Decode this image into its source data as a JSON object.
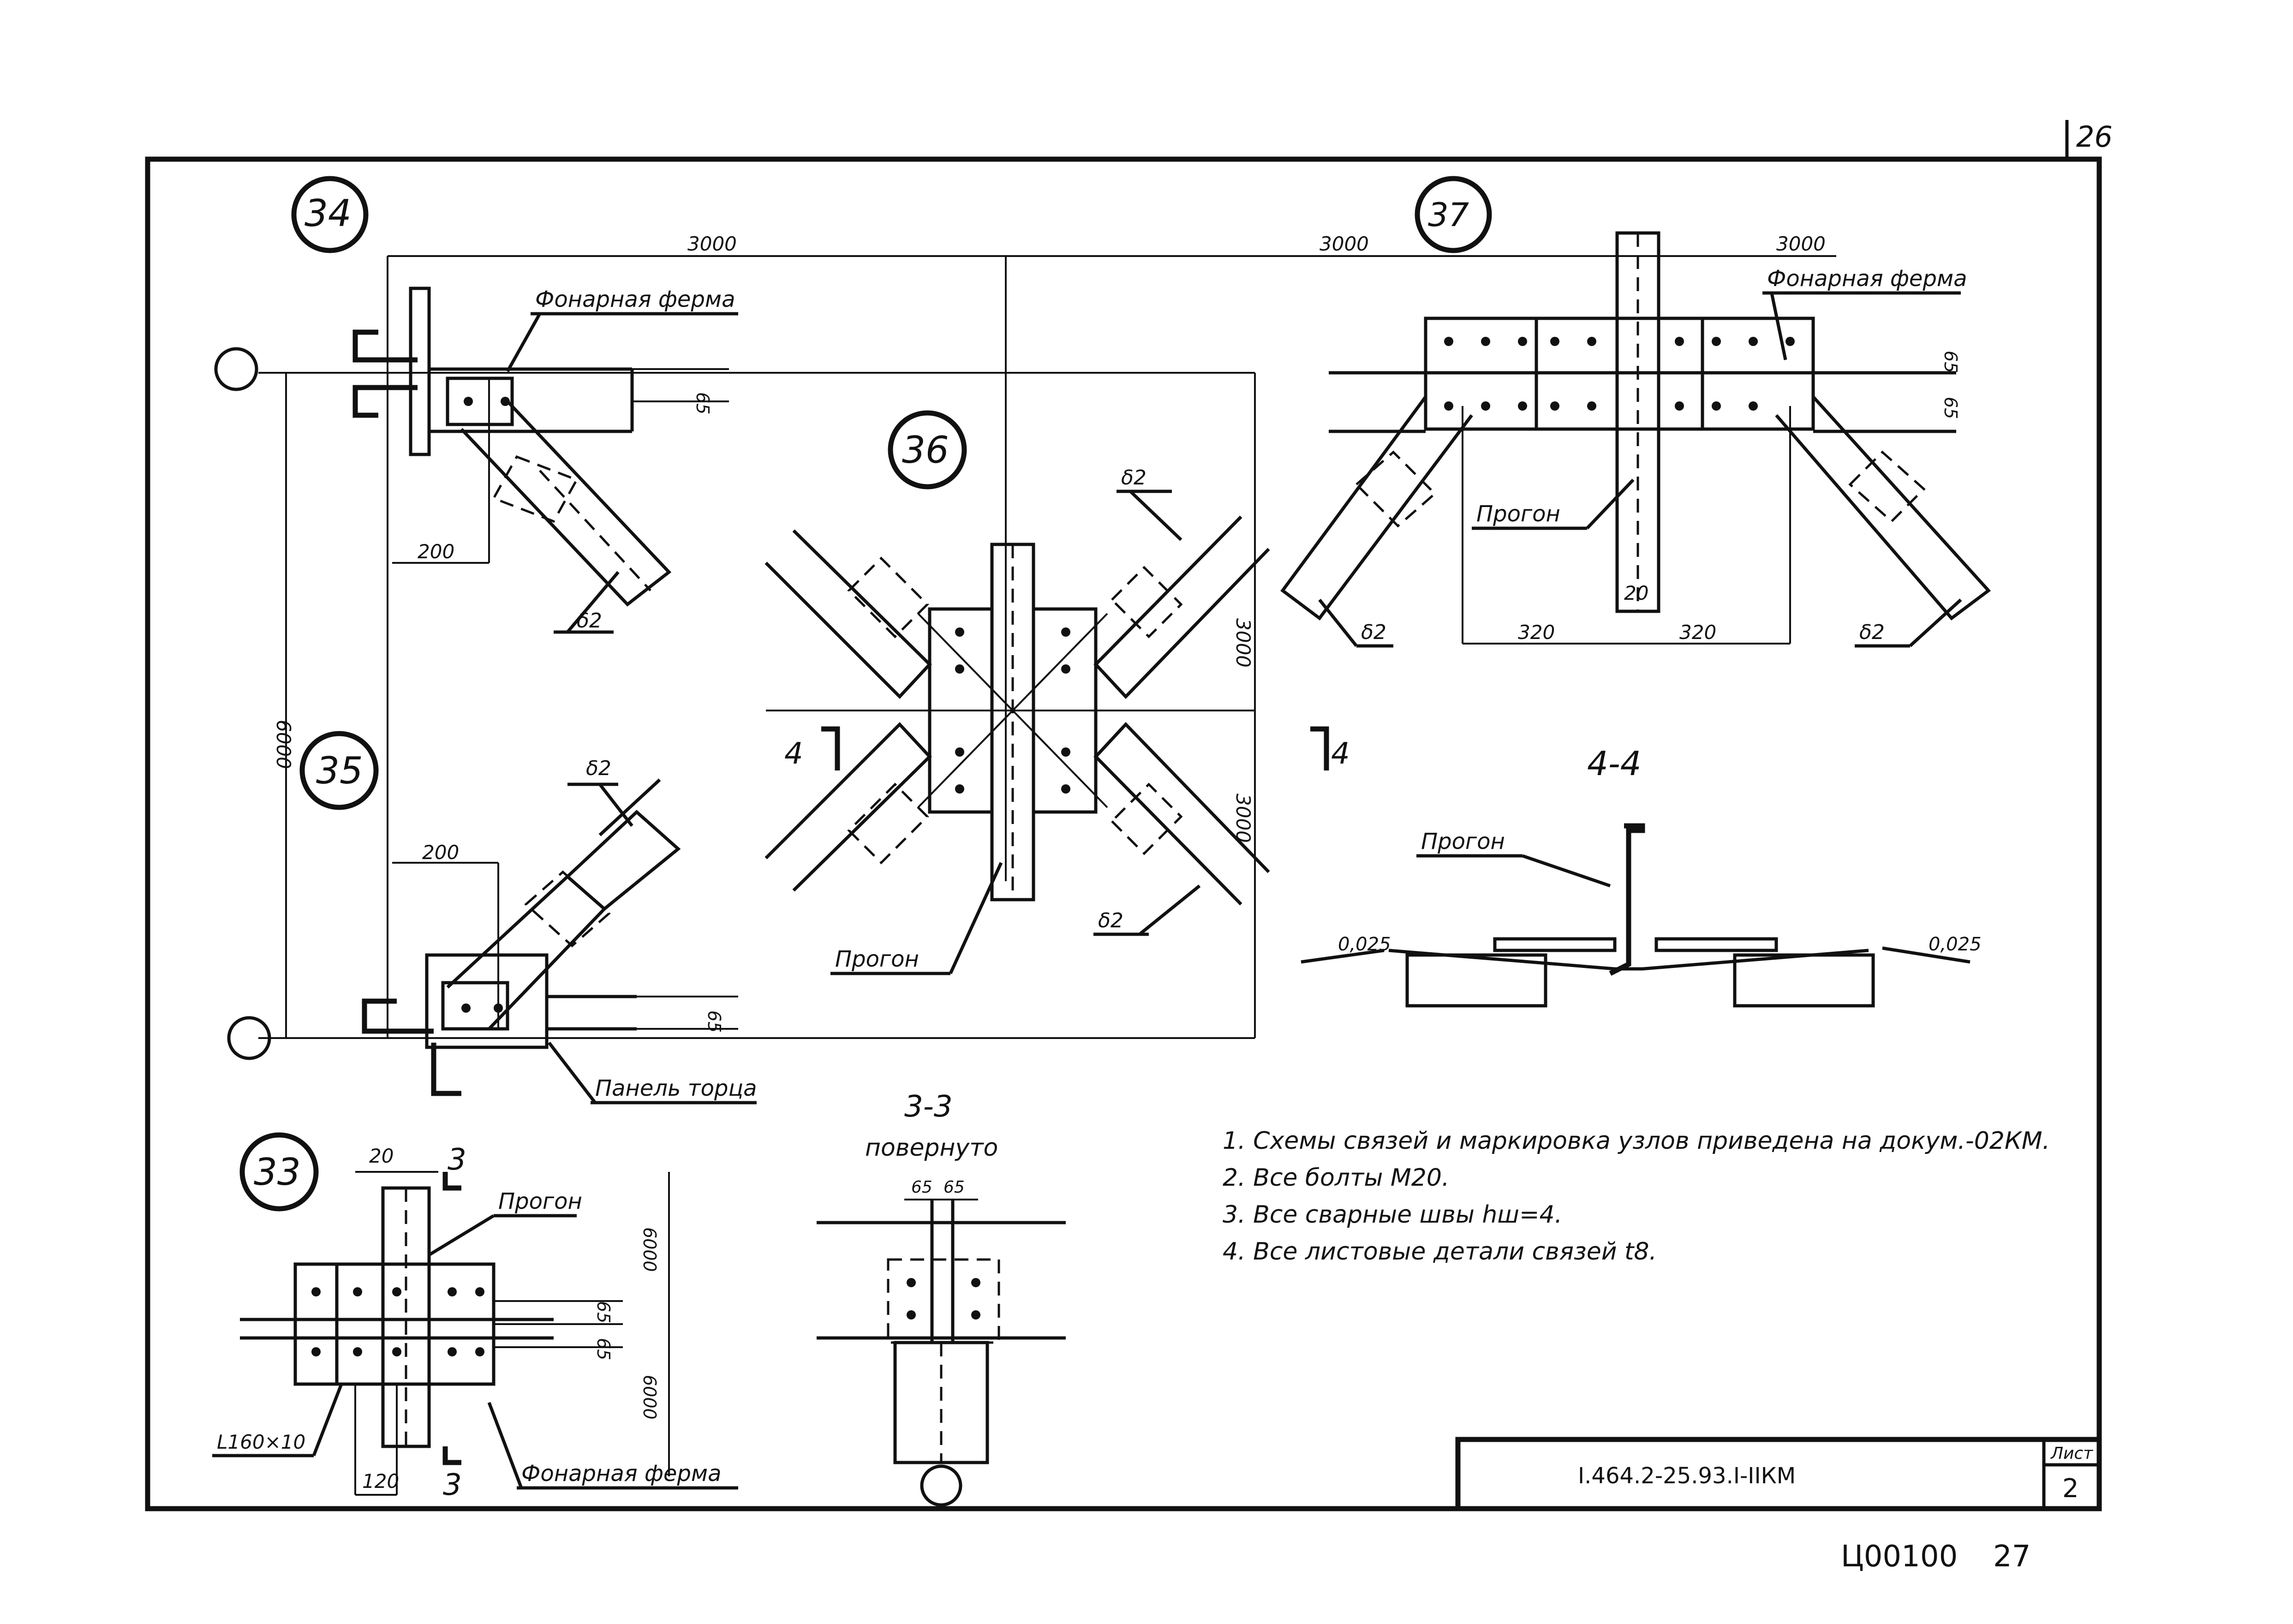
{
  "sheet_corner": "26",
  "nodes": {
    "n34": "34",
    "n35": "35",
    "n36": "36",
    "n37": "37",
    "n33": "33"
  },
  "dims": {
    "d3000_a": "3000",
    "d3000_b": "3000",
    "d3000_c": "3000",
    "d3000_v1": "3000",
    "d3000_v2": "3000",
    "d6000": "6000",
    "d200_34": "200",
    "d200_35": "200",
    "d65_34": "65",
    "d65_35": "65",
    "d65_37a": "65",
    "d65_37b": "65",
    "d320_a": "320",
    "d320_b": "320",
    "d20_37": "20",
    "d20_33": "20",
    "d65_33a": "65",
    "d65_33b": "65",
    "d6000_33a": "6000",
    "d6000_33b": "6000",
    "d120_33": "120",
    "d65_ss_a": "65",
    "d65_ss_b": "65"
  },
  "labels": {
    "fonar_ferma_34": "Фонарная ферма",
    "fonar_ferma_37": "Фонарная ферма",
    "fonar_ferma_33": "Фонарная ферма",
    "progon_37": "Прогон",
    "progon_36": "Прогон",
    "progon_44": "Прогон",
    "progon_33": "Прогон",
    "panel_torca": "Панель торца",
    "delta2_34": "δ2",
    "delta2_35": "δ2",
    "delta2_36a": "δ2",
    "delta2_36b": "δ2",
    "delta2_37a": "δ2",
    "delta2_37b": "δ2",
    "angle_33": "L160×10",
    "sec_4_left": "4",
    "sec_4_right": "4",
    "sec_3_top": "3",
    "sec_3_bottom": "3"
  },
  "section_4_4": {
    "title": "4-4",
    "slope_left": "0,025",
    "slope_right": "0,025"
  },
  "section_3_3": {
    "title": "3-3",
    "subtitle": "повернуто"
  },
  "notes": [
    "1. Схемы связей и маркировка узлов приведена на докум.-02КМ.",
    "2. Все болты М20.",
    "3. Все сварные швы hш=4.",
    "4. Все листовые детали связей t8."
  ],
  "title_block": {
    "code": "I.464.2-25.93.I-IIКМ",
    "sheet_label": "Лист",
    "sheet_no": "2"
  },
  "footer": {
    "archive": "Ц00100",
    "page": "27"
  }
}
